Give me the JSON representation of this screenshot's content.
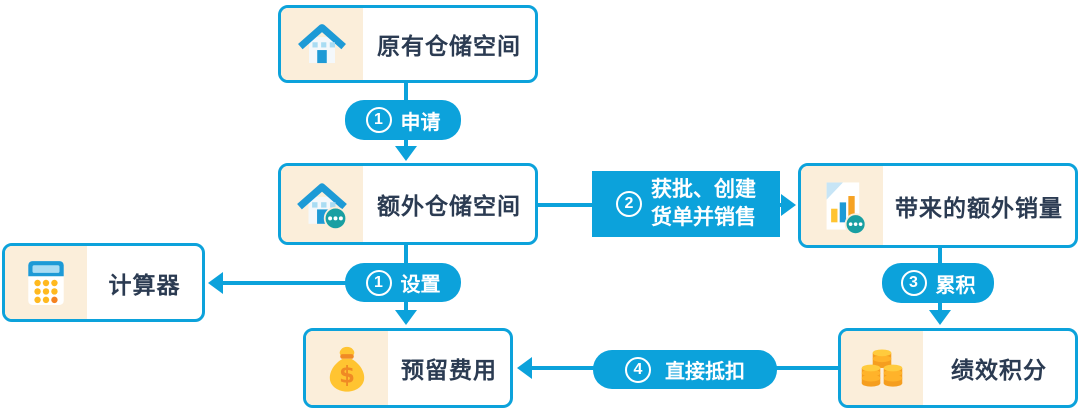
{
  "palette": {
    "accent_blue": "#0CA2DB",
    "cream": "#FBEEDA",
    "text_dark": "#2B3B52",
    "teal_badge": "#189FA2",
    "icon_blue": "#1D9AD6",
    "icon_light_blue": "#A9DCF3",
    "icon_yellow": "#FFC431",
    "icon_orange": "#F59E1F"
  },
  "nodes": {
    "original_space": {
      "label": "原有仓储空间",
      "icon": "house-icon"
    },
    "additional_space": {
      "label": "额外仓储空间",
      "icon": "house-ellipsis-icon"
    },
    "extra_sales": {
      "label": "带来的额外销量",
      "icon": "chart-doc-ellipsis-icon"
    },
    "calculator": {
      "label": "计算器",
      "icon": "calculator-icon"
    },
    "reserved_fee": {
      "label": "预留费用",
      "icon": "money-bag-icon"
    },
    "performance_points": {
      "label": "绩效积分",
      "icon": "coins-icon"
    }
  },
  "steps": {
    "apply": {
      "num": "1",
      "label": "申请"
    },
    "approve": {
      "num": "2",
      "line1": "获批、创建",
      "line2": "货单并销售"
    },
    "setup": {
      "num": "1",
      "label": "设置"
    },
    "accumulate": {
      "num": "3",
      "label": "累积"
    },
    "deduct": {
      "num": "4",
      "label": "直接抵扣"
    }
  }
}
